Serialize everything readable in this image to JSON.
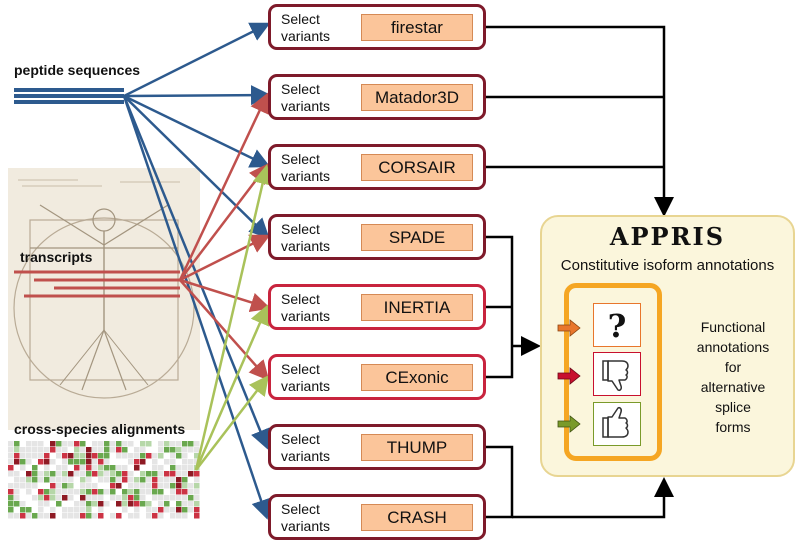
{
  "sources": {
    "peptide": "peptide sequences",
    "transcripts": "transcripts",
    "alignments": "cross-species alignments"
  },
  "select_label_line1": "Select",
  "select_label_line2": "variants",
  "methods": [
    {
      "name": "firestar"
    },
    {
      "name": "Matador3D"
    },
    {
      "name": "CORSAIR"
    },
    {
      "name": "SPADE"
    },
    {
      "name": "INERTIA"
    },
    {
      "name": "CExonic"
    },
    {
      "name": "THUMP"
    },
    {
      "name": "CRASH"
    }
  ],
  "appris": {
    "title": "APPRIS",
    "subtitle": "Constitutive isoform annotations",
    "functional_line1": "Functional",
    "functional_line2": "annotations",
    "functional_line3": "for",
    "functional_line4": "alternative",
    "functional_line5": "splice",
    "functional_line6": "forms",
    "question_mark": "?"
  },
  "colors": {
    "peptide_arrow": "#2d5a8e",
    "transcript_arrow": "#c0504d",
    "alignment_arrow": "#a9c25a",
    "method_border_dark": "#7e1a2a",
    "method_border_light": "#c8243e",
    "tool_fill": "#fbc59a",
    "appris_fill": "#fbf6dc",
    "icon_frame": "#f5a623",
    "arrow_orange": "#e8762c",
    "arrow_red": "#c8102e",
    "arrow_green": "#7a9a2a"
  },
  "icons": [
    "question-mark-icon",
    "thumbs-down-icon",
    "thumbs-up-icon",
    "vitruvian-man-sketch"
  ]
}
